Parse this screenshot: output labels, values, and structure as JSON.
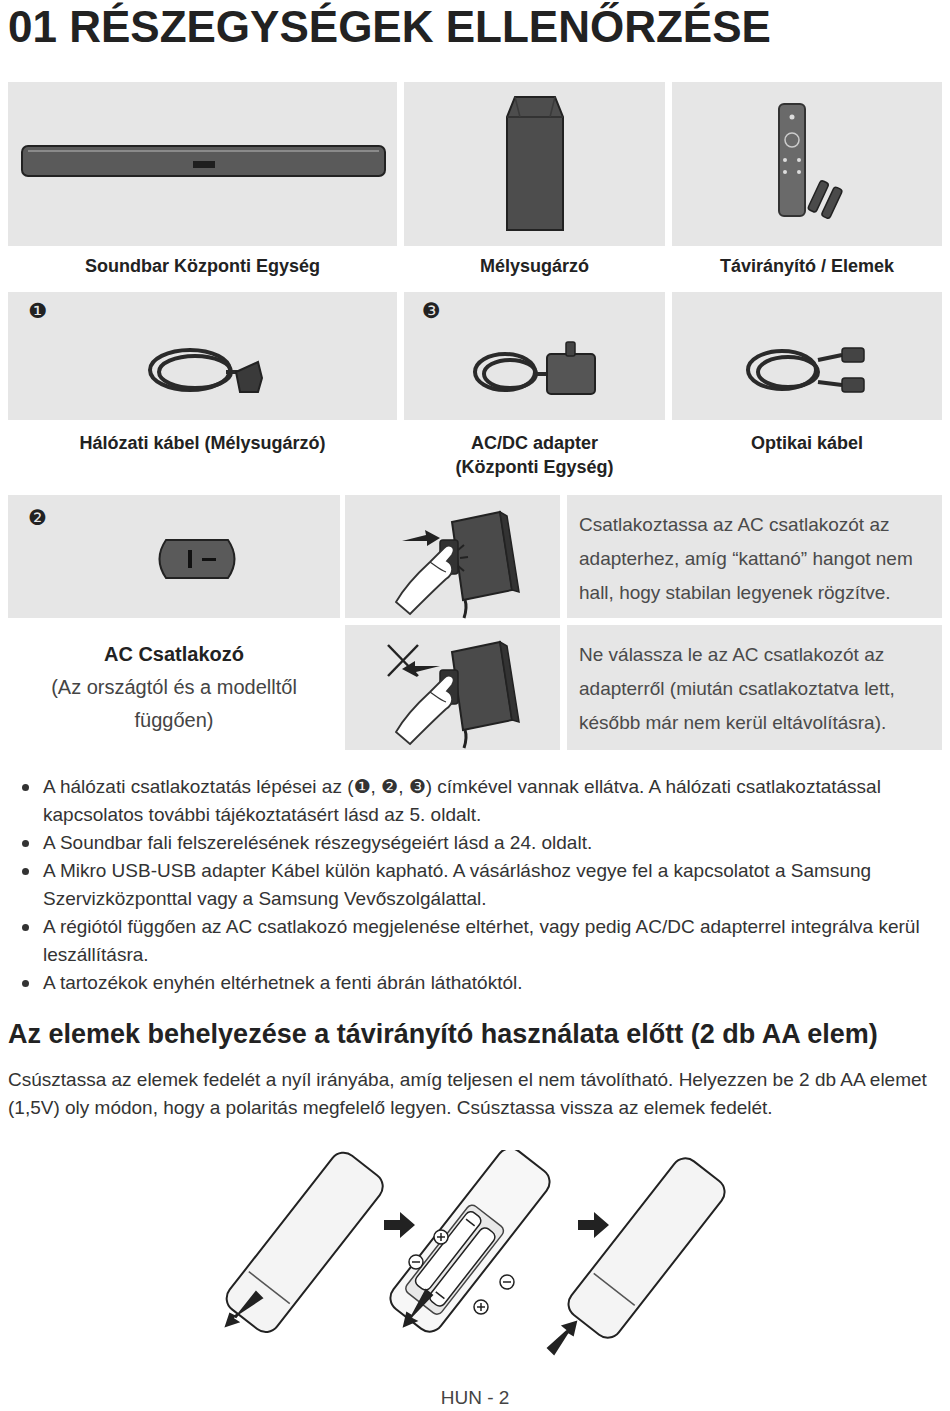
{
  "diagram": {
    "title": "01 RÉSZEGYSÉGEK ELLENŐRZÉSE",
    "nodes": [
      {
        "text": [
          "Soundbar Központi Egység"
        ]
      },
      {
        "text": [
          "Mélysugárzó"
        ]
      },
      {
        "text": [
          "Távirányító / Elemek"
        ]
      },
      {
        "text": [
          "❶",
          "Hálózati kábel (Mélysugárzó)"
        ]
      },
      {
        "text": [
          "❸",
          "AC/DC adapter (Központi Egység)"
        ]
      },
      {
        "text": [
          "Optikai kábel"
        ]
      },
      {
        "text": [
          "❷",
          "AC Csatlakozó",
          "(Az országtól és a modelltől függően)"
        ]
      },
      {
        "text": [
          "Csatlakoztassa az AC csatlakozót az adapterhez, amíg “kattanó” hangot nem hall, hogy stabilan legyenek rögzítve."
        ]
      },
      {
        "text": [
          "Ne válassza le az AC csatlakozót az adapterről (miután csatlakoztatva lett, később már nem kerül eltávolításra)."
        ]
      }
    ],
    "labels": [
      "A hálózati csatlakoztatás lépései az (❶, ❷, ❸) címkével vannak ellátva. A hálózati csatlakoztatással kapcsolatos további tájékoztatásért lásd az 5. oldalt.",
      "A Soundbar fali felszerelésének részegységeiért lásd a 24. oldalt.",
      "A Mikro USB-USB adapter Kábel külön kapható. A vásárláshoz vegye fel a kapcsolatot a Samsung Szervizközponttal vagy a Samsung Vevőszolgálattal.",
      "A régiótól függően az AC csatlakozó megjelenése eltérhet, vagy pedig AC/DC adapterrel integrálva kerül leszállításra.",
      "A tartozékok enyhén eltérhetnek a fenti ábrán láthatóktól.",
      "Az elemek behelyezése a távirányító használata előtt (2 db AA elem)",
      "Csúsztassa az elemek fedelét a nyíl irányába, amíg teljesen el nem távolítható. Helyezzen be 2 db AA elemet (1,5V) oly módon, hogy a polaritás megfelelő legyen. Csúsztassa vissza az elemek fedelét.",
      "HUN - 2"
    ]
  }
}
